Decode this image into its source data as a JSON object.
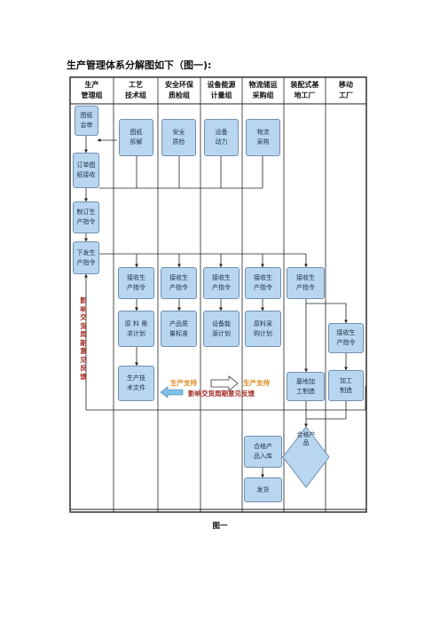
{
  "title": "生产管理体系分解图如下（图一):",
  "caption": "图一",
  "columns": [
    {
      "line1": "生产",
      "line2": "管理组"
    },
    {
      "line1": "工艺",
      "line2": "技术组"
    },
    {
      "line1": "安全环保",
      "line2": "质检组"
    },
    {
      "line1": "设备能源",
      "line2": "计量组"
    },
    {
      "line1": "物流储运",
      "line2": "采购组"
    },
    {
      "line1": "装配式基",
      "line2": "地工厂"
    },
    {
      "line1": "移动",
      "line2": "工厂"
    }
  ],
  "boxes": {
    "drawing_review": {
      "line1": "图纸",
      "line2": "会审"
    },
    "drawing_split": {
      "line1": "图纸",
      "line2": "拆解"
    },
    "safety_qc": {
      "line1": "安全",
      "line2": "质检"
    },
    "equip_power": {
      "line1": "设备",
      "line2": "动力"
    },
    "logistics_purchase": {
      "line1": "物流",
      "line2": "采购"
    },
    "order_receive": {
      "line1": "订单图",
      "line2": "纸接收"
    },
    "make_order": {
      "line1": "制订生",
      "line2": "产指令"
    },
    "issue_order": {
      "line1": "下发生",
      "line2": "产指令"
    },
    "recv_tech": {
      "line1": "接收生",
      "line2": "产指令"
    },
    "recv_safety": {
      "line1": "接收生",
      "line2": "产指令"
    },
    "recv_equip": {
      "line1": "接收生",
      "line2": "产指令"
    },
    "recv_logistics": {
      "line1": "接收生",
      "line2": "产指令"
    },
    "recv_base": {
      "line1": "接收生",
      "line2": "产指令"
    },
    "material_plan": {
      "line1": "原 料 需",
      "line2": "求计划"
    },
    "quality_std": {
      "line1": "产品质",
      "line2": "量标准"
    },
    "energy_plan": {
      "line1": "设备能",
      "line2": "源计划"
    },
    "purchase_plan": {
      "line1": "原料采",
      "line2": "购计划"
    },
    "recv_mobile": {
      "line1": "接收生",
      "line2": "产指令"
    },
    "tech_docs": {
      "line1": "生产技",
      "line2": "术文件"
    },
    "base_make": {
      "line1": "基地加",
      "line2": "工制造"
    },
    "mobile_make": {
      "line1": "加工",
      "line2": "制造"
    },
    "stock_in": {
      "line1": "合格产",
      "line2": "品入库"
    },
    "ship": {
      "line1": "发货",
      "line2": ""
    }
  },
  "qualified_product": "合格产品",
  "support_label_1": "生产支持",
  "support_label_2": "生产支持",
  "feedback_label": "影响交货周期意见反馈",
  "feedback_vertical": "影响交货周期意见反馈",
  "colors": {
    "box_fill": "#b9d6f0",
    "box_border": "#6f8fb0",
    "support": "#e08a1e",
    "feedback": "#a0281e",
    "arrow_fill": "#7ec0e6"
  }
}
